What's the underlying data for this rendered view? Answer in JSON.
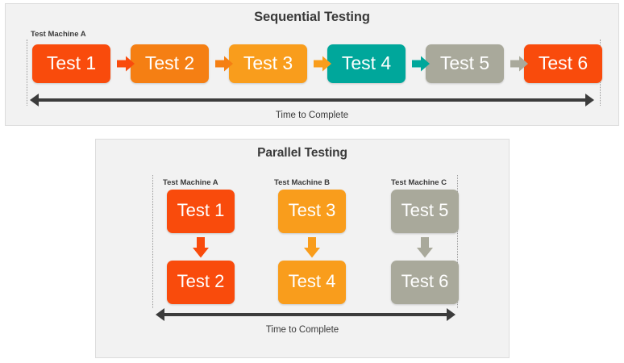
{
  "colors": {
    "panel_background": "#f2f2f2",
    "panel_border": "#dcdcdc",
    "page_background": "#ffffff",
    "text_dark": "#3a3a3a",
    "red_orange": "#f94b0c",
    "orange_deep": "#f57f13",
    "orange_light": "#f99d1c",
    "teal": "#00a79b",
    "warm_gray": "#a9a99b",
    "axis_dark": "#3c3c3c",
    "dotted_line": "#9a9a9a"
  },
  "sequential": {
    "title": "Sequential Testing",
    "machine_label": "Test Machine A",
    "boxes": [
      {
        "label": "Test 1",
        "color": "#f94b0c"
      },
      {
        "label": "Test 2",
        "color": "#f57f13"
      },
      {
        "label": "Test 3",
        "color": "#f99d1c"
      },
      {
        "label": "Test 4",
        "color": "#00a79b"
      },
      {
        "label": "Test 5",
        "color": "#a9a99b"
      },
      {
        "label": "Test 6",
        "color": "#f94b0c"
      }
    ],
    "arrows": [
      {
        "color": "#f94b0c"
      },
      {
        "color": "#f57f13"
      },
      {
        "color": "#f99d1c"
      },
      {
        "color": "#00a79b"
      },
      {
        "color": "#a9a99b"
      }
    ],
    "time_label": "Time to Complete"
  },
  "parallel": {
    "title": "Parallel Testing",
    "machines": [
      {
        "label": "Test Machine A",
        "top_box": {
          "label": "Test 1",
          "color": "#f94b0c"
        },
        "arrow": {
          "color": "#f94b0c"
        },
        "bottom_box": {
          "label": "Test 2",
          "color": "#f94b0c"
        }
      },
      {
        "label": "Test Machine B",
        "top_box": {
          "label": "Test 3",
          "color": "#f99d1c"
        },
        "arrow": {
          "color": "#f99d1c"
        },
        "bottom_box": {
          "label": "Test 4",
          "color": "#f99d1c"
        }
      },
      {
        "label": "Test Machine C",
        "top_box": {
          "label": "Test 5",
          "color": "#a9a99b"
        },
        "arrow": {
          "color": "#a9a99b"
        },
        "bottom_box": {
          "label": "Test 6",
          "color": "#a9a99b"
        }
      }
    ],
    "time_label": "Time to Complete"
  }
}
